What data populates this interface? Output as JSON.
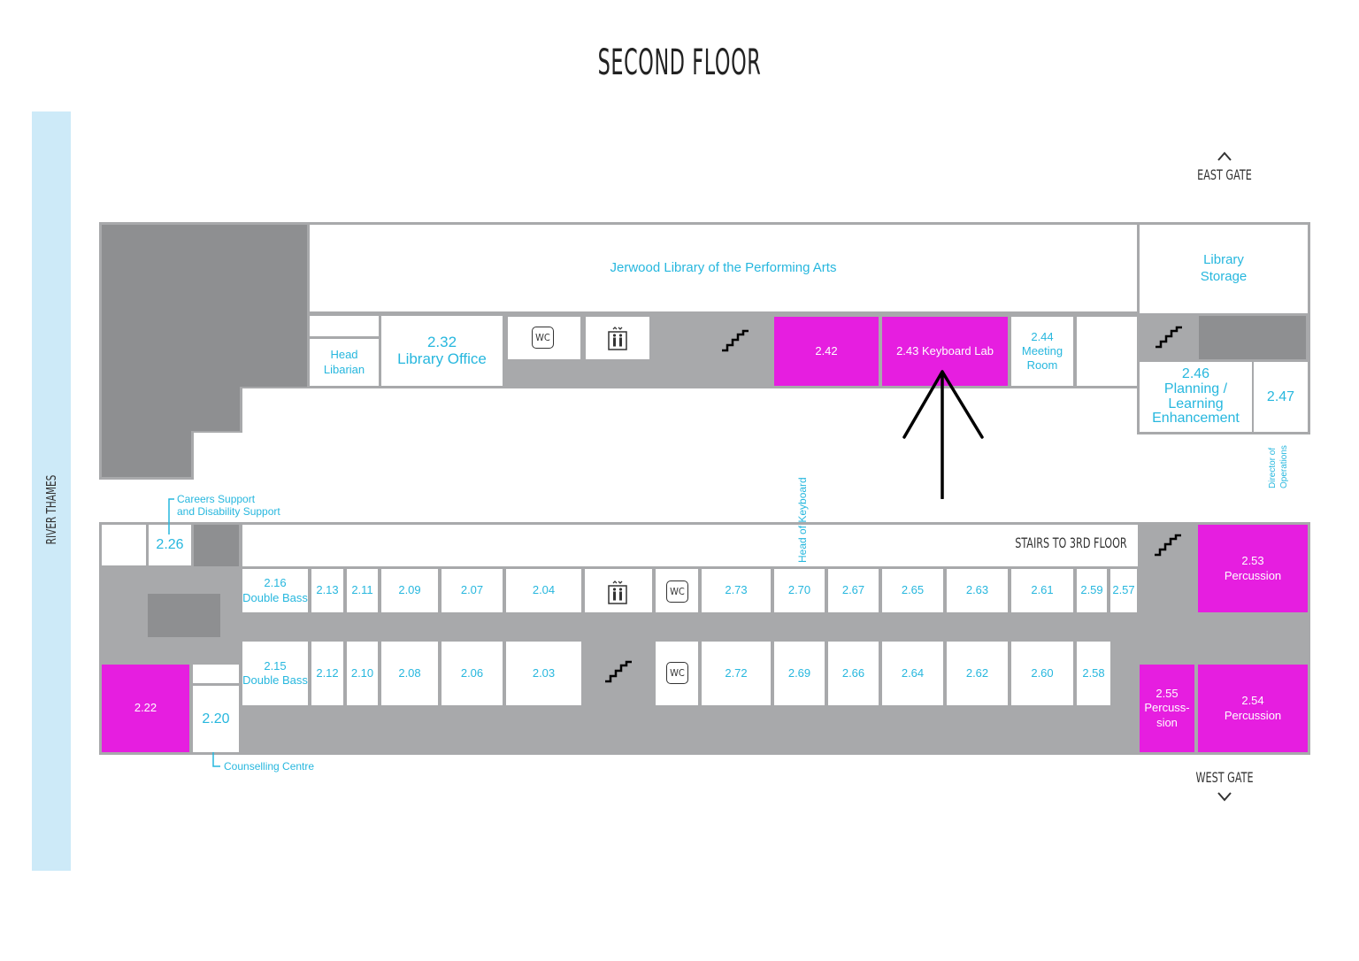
{
  "title": "SECOND FLOOR",
  "river": "RIVER THAMES",
  "east_gate": "EAST GATE",
  "west_gate": "WEST GATE",
  "stairs_to_3rd": "STAIRS TO 3RD FLOOR",
  "colors": {
    "highlight": "#e61ee0",
    "text": "#27b7de",
    "corridor": "#a8a9ab",
    "river": "#cdeaf8"
  },
  "labels": {
    "careers_line1": "Careers Support",
    "careers_line2": "and Disability Support",
    "counselling": "Counselling Centre",
    "head_of_keyboard": "Head of Keyboard",
    "director_line1": "Director of",
    "director_line2": "Operations"
  },
  "rooms": {
    "jerwood": "Jerwood Library of the Performing Arts",
    "storage_1": "Library",
    "storage_2": "Storage",
    "head_lib_1": "Head",
    "head_lib_2": "Libarian",
    "r232_num": "2.32",
    "r232_name": "Library Office",
    "r242": "2.42",
    "r243": "2.43 Keyboard Lab",
    "r244_num": "2.44",
    "r244_name1": "Meeting",
    "r244_name2": "Room",
    "r246_num": "2.46",
    "r246_name1": "Planning /",
    "r246_name2": "Learning",
    "r246_name3": "Enhancement",
    "r247": "2.47",
    "r226": "2.26",
    "r222": "2.22",
    "r220": "2.20",
    "r216_num": "2.16",
    "r216_name": "Double Bass",
    "r215_num": "2.15",
    "r215_name": "Double Bass",
    "r253_num": "2.53",
    "r253_name": "Percussion",
    "r254_num": "2.54",
    "r254_name": "Percussion",
    "r255_num": "2.55",
    "r255_name1": "Percuss-",
    "r255_name2": "sion",
    "wc": "WC"
  },
  "upper_row": [
    "2.13",
    "2.11",
    "2.09",
    "2.07",
    "2.04",
    "2.73",
    "2.70",
    "2.67",
    "2.65",
    "2.63",
    "2.61",
    "2.59",
    "2.57"
  ],
  "lower_row": [
    "2.12",
    "2.10",
    "2.08",
    "2.06",
    "2.03",
    "2.72",
    "2.69",
    "2.66",
    "2.64",
    "2.62",
    "2.60",
    "2.58"
  ]
}
